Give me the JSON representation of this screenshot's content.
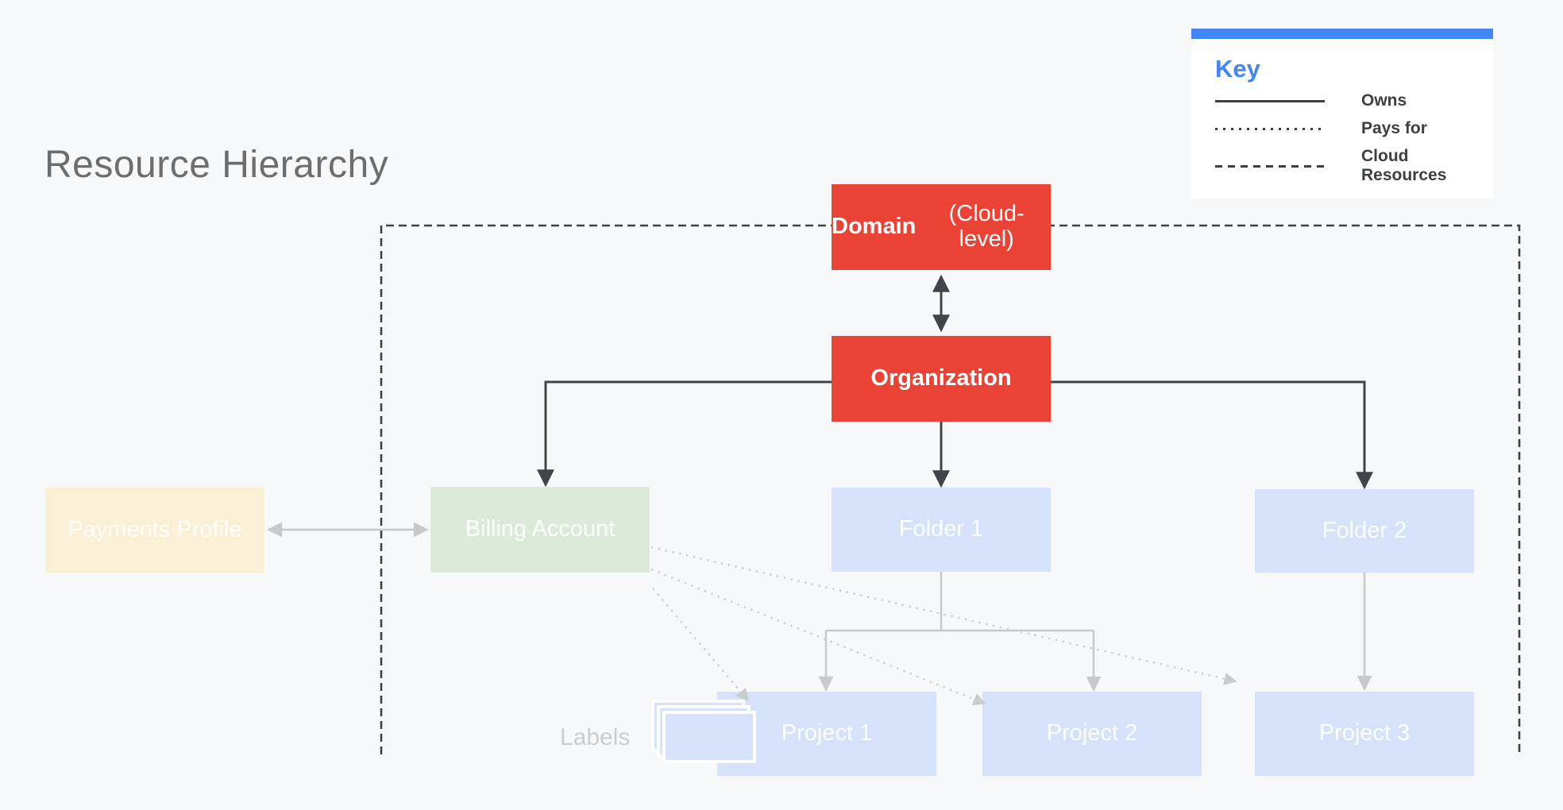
{
  "title": "Resource Hierarchy",
  "key": {
    "heading": "Key",
    "items": [
      {
        "style": "solid",
        "label": "Owns"
      },
      {
        "style": "dotted",
        "label": "Pays for"
      },
      {
        "style": "dashed",
        "label": "Cloud Resources"
      }
    ]
  },
  "nodes": {
    "domain_bold": "Domain",
    "domain_rest": "(Cloud-level)",
    "organization": "Organization",
    "payments_profile": "Payments Profile",
    "billing_account": "Billing Account",
    "folder1": "Folder 1",
    "folder2": "Folder 2",
    "project1": "Project 1",
    "project2": "Project 2",
    "project3": "Project 3"
  },
  "annotations": {
    "labels": "Labels"
  },
  "colors": {
    "background": "#F7F8FA",
    "accent_blue": "#4285F4",
    "node_red": "#EA4335",
    "node_pale_blue": "#D6E2F9",
    "node_pale_green": "#DBEAD9",
    "node_cream": "#FAF0D6",
    "dark_line": "#414549",
    "gray_line": "#C7C9CC",
    "dotted_line": "#CDCFD3",
    "legend_text": "#3C4043",
    "title_text": "#6D6D6D",
    "labels_text": "#C9CDD3"
  }
}
